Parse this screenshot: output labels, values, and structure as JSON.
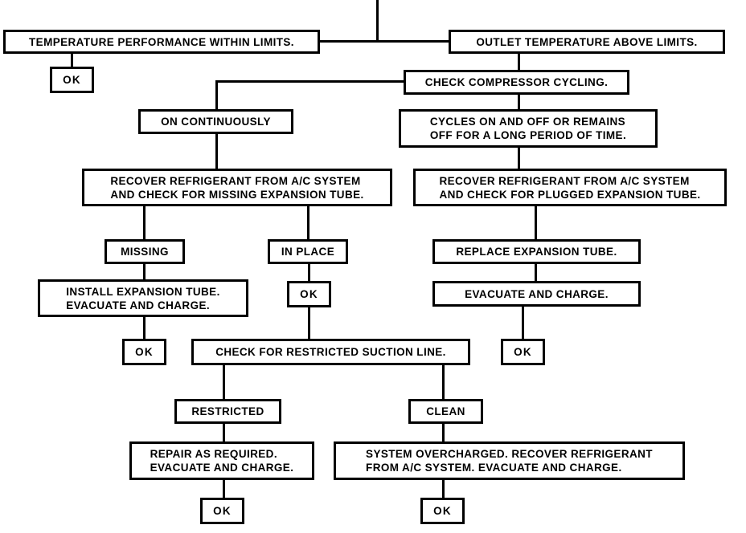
{
  "diagram": {
    "title": "A/C Outlet Temperature Diagnostic Flowchart",
    "line_color": "#000000",
    "box_border_color": "#000000",
    "background_color": "#ffffff"
  },
  "nodes": {
    "temp_within_limits": "TEMPERATURE PERFORMANCE WITHIN LIMITS.",
    "ok_1": "OK",
    "outlet_above_limits": "OUTLET TEMPERATURE ABOVE LIMITS.",
    "check_compressor_cycling": "CHECK COMPRESSOR CYCLING.",
    "on_continuously": "ON CONTINUOUSLY",
    "cycles_on_off": "CYCLES ON AND OFF OR REMAINS\nOFF FOR A LONG PERIOD OF TIME.",
    "recover_missing": "RECOVER REFRIGERANT FROM A/C SYSTEM\nAND CHECK FOR MISSING EXPANSION TUBE.",
    "recover_plugged": "RECOVER REFRIGERANT FROM A/C SYSTEM\nAND CHECK FOR PLUGGED EXPANSION TUBE.",
    "missing": "MISSING",
    "in_place": "IN PLACE",
    "replace_expansion_tube": "REPLACE EXPANSION TUBE.",
    "install_expansion_tube": "INSTALL EXPANSION TUBE.\nEVACUATE AND CHARGE.",
    "ok_2": "OK",
    "evacuate_and_charge": "EVACUATE AND CHARGE.",
    "ok_3": "OK",
    "check_restricted_suction": "CHECK FOR RESTRICTED SUCTION LINE.",
    "ok_4": "OK",
    "restricted": "RESTRICTED",
    "clean": "CLEAN",
    "repair_as_required": "REPAIR AS REQUIRED.\nEVACUATE AND CHARGE.",
    "system_overcharged": "SYSTEM OVERCHARGED.  RECOVER REFRIGERANT\nFROM A/C SYSTEM.  EVACUATE AND CHARGE.",
    "ok_5": "OK",
    "ok_6": "OK"
  }
}
